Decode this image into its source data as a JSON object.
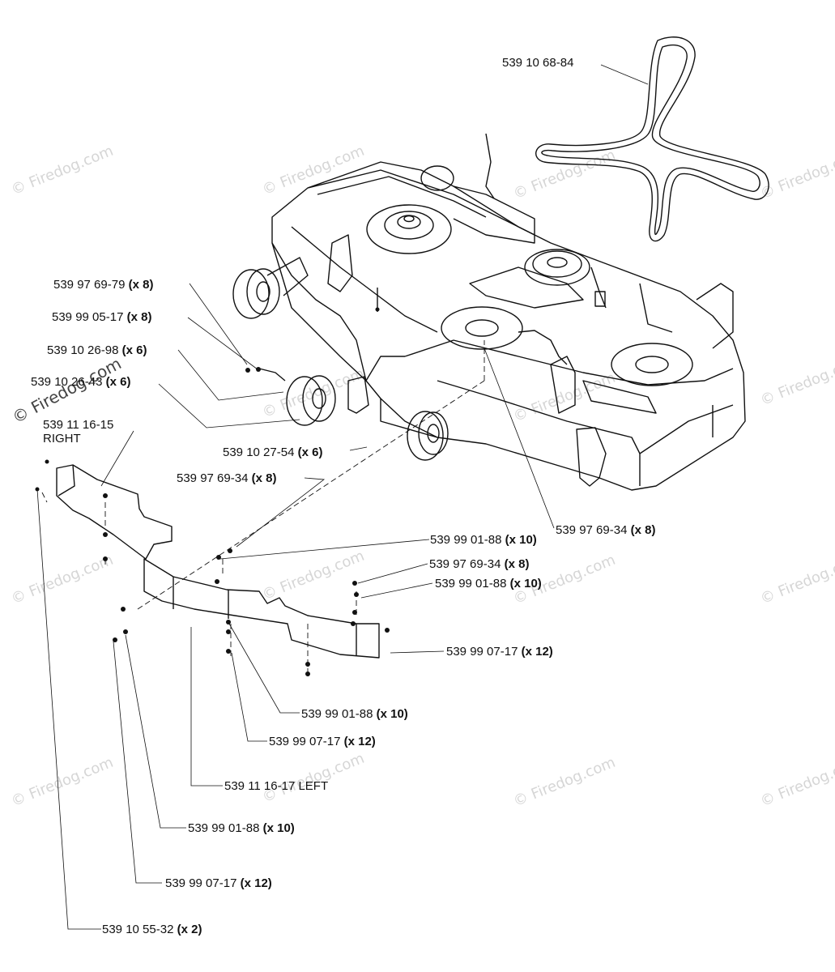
{
  "watermark_text": "© Firedog.com",
  "labels": [
    {
      "part": "539 10 68-84",
      "qty": ""
    },
    {
      "part": "539 97 69-79",
      "qty": "(x 8)"
    },
    {
      "part": "539 99 05-17",
      "qty": "(x 8)"
    },
    {
      "part": "539 10 26-98",
      "qty": "(x 6)"
    },
    {
      "part": "539 10 26-43",
      "qty": "(x 6)"
    },
    {
      "part": "539 11 16-15",
      "qty": "",
      "sub": "RIGHT"
    },
    {
      "part": "539 10 27-54",
      "qty": "(x 6)"
    },
    {
      "part": "539 97 69-34",
      "qty": "(x 8)"
    },
    {
      "part": "539 97 69-34",
      "qty": "(x 8)"
    },
    {
      "part": "539 99 01-88",
      "qty": "(x 10)"
    },
    {
      "part": "539 97 69-34",
      "qty": "(x 8)"
    },
    {
      "part": "539 99 01-88",
      "qty": "(x 10)"
    },
    {
      "part": "539 99 07-17",
      "qty": "(x 12)"
    },
    {
      "part": "539 99 01-88",
      "qty": "(x 10)"
    },
    {
      "part": "539 99 07-17",
      "qty": "(x 12)"
    },
    {
      "part": "539 11 16-17 LEFT",
      "qty": ""
    },
    {
      "part": "539 99 01-88",
      "qty": "(x 10)"
    },
    {
      "part": "539 99 07-17",
      "qty": "(x 12)"
    },
    {
      "part": "539 10 55-32",
      "qty": "(x 2)"
    }
  ]
}
